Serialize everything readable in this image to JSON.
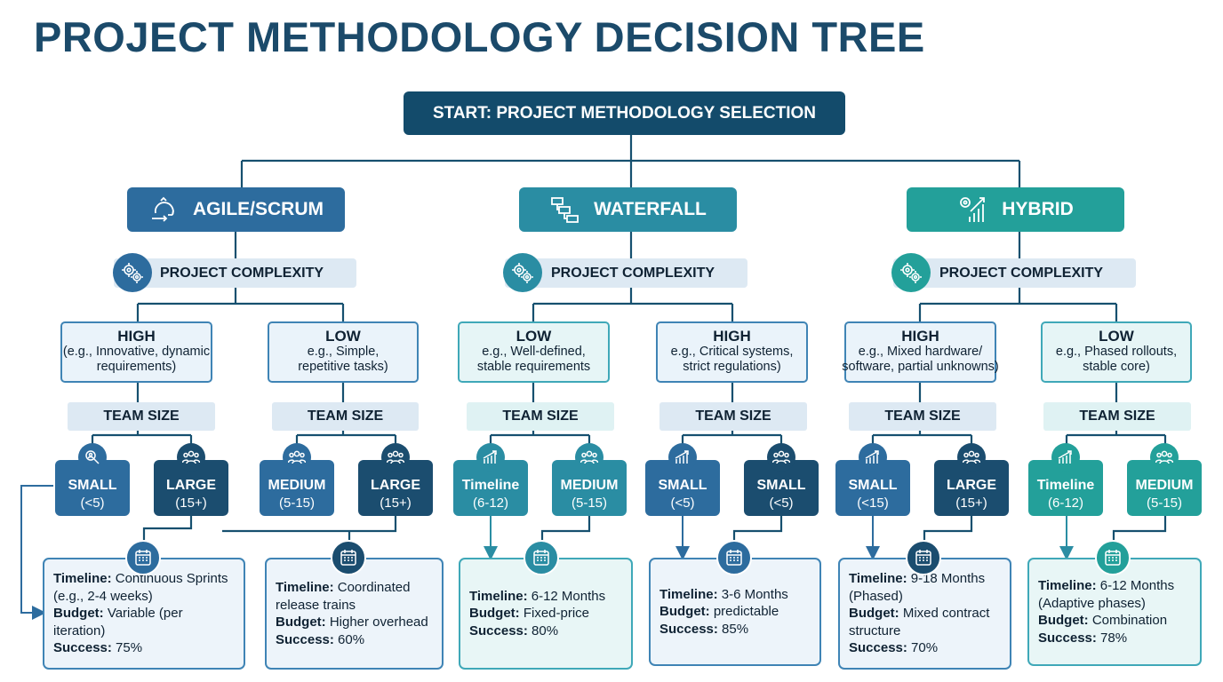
{
  "title": "PROJECT METHODOLOGY DECISION TREE",
  "start": "START: PROJECT METHODOLOGY SELECTION",
  "colors": {
    "dark": "#134b6b",
    "agile": "#2d6c9e",
    "waterfall": "#2a8da3",
    "hybrid": "#23a09a",
    "line": "#16506f"
  },
  "branches": [
    {
      "label": "AGILE/SCRUM",
      "icon": "agile-cycle-icon",
      "complexity_label": "PROJECT COMPLEXITY",
      "options": [
        {
          "level": "HIGH",
          "desc": [
            "(e.g., Innovative, dynamic",
            "requirements)"
          ],
          "team_label": "TEAM SIZE",
          "sizes": [
            {
              "name": "SMALL",
              "range": "(<5)",
              "icon": "search-people-icon"
            },
            {
              "name": "LARGE",
              "range": "(15+)",
              "icon": "group-icon"
            }
          ]
        },
        {
          "level": "LOW",
          "desc": [
            "e.g., Simple,",
            "repetitive tasks)"
          ],
          "team_label": "TEAM SIZE",
          "sizes": [
            {
              "name": "MEDIUM",
              "range": "(5-15)",
              "icon": "group-icon"
            },
            {
              "name": "LARGE",
              "range": "(15+)",
              "icon": "group-icon"
            }
          ]
        }
      ],
      "results": [
        {
          "lines": [
            {
              "k": "Timeline:",
              "v": " Continuous Sprints"
            },
            {
              "k": "",
              "v": "(e.g., 2-4 weeks)"
            },
            {
              "k": "Budget:",
              "v": " Variable (per"
            },
            {
              "k": "",
              "v": "iteration)"
            },
            {
              "k": "Success:",
              "v": " 75%"
            }
          ]
        },
        {
          "lines": [
            {
              "k": "Timeline:",
              "v": " Coordinated"
            },
            {
              "k": "",
              "v": "release trains"
            },
            {
              "k": "Budget:",
              "v": " Higher overhead"
            },
            {
              "k": "Success:",
              "v": " 60%"
            }
          ]
        }
      ]
    },
    {
      "label": "WATERFALL",
      "icon": "flowchart-icon",
      "complexity_label": "PROJECT COMPLEXITY",
      "options": [
        {
          "level": "LOW",
          "desc": [
            "e.g., Well-defined,",
            "stable requirements"
          ],
          "team_label": "TEAM SIZE",
          "sizes": [
            {
              "name": "Timeline",
              "range": "(6-12)",
              "icon": "chart-icon"
            },
            {
              "name": "MEDIUM",
              "range": "(5-15)",
              "icon": "group-icon"
            }
          ]
        },
        {
          "level": "HIGH",
          "desc": [
            "e.g., Critical systems,",
            "strict regulations)"
          ],
          "team_label": "TEAM SIZE",
          "sizes": [
            {
              "name": "SMALL",
              "range": "(<5)",
              "icon": "chart-icon"
            },
            {
              "name": "SMALL",
              "range": "(<5)",
              "icon": "group-icon"
            }
          ]
        }
      ],
      "results": [
        {
          "lines": [
            {
              "k": "Timeline:",
              "v": " 6-12 Months"
            },
            {
              "k": "Budget:",
              "v": " Fixed-price"
            },
            {
              "k": "Success:",
              "v": " 80%"
            }
          ]
        },
        {
          "lines": [
            {
              "k": "Timeline:",
              "v": " 3-6 Months"
            },
            {
              "k": "Budget:",
              "v": " predictable"
            },
            {
              "k": "Success:",
              "v": " 85%"
            }
          ]
        }
      ]
    },
    {
      "label": "HYBRID",
      "icon": "growth-chart-icon",
      "complexity_label": "PROJECT COMPLEXITY",
      "options": [
        {
          "level": "HIGH",
          "desc": [
            "e.g., Mixed hardware/",
            "software, partial unknowns)"
          ],
          "team_label": "TEAM SIZE",
          "sizes": [
            {
              "name": "SMALL",
              "range": "(<15)",
              "icon": "chart-icon"
            },
            {
              "name": "LARGE",
              "range": "(15+)",
              "icon": "group-icon"
            }
          ]
        },
        {
          "level": "LOW",
          "desc": [
            "e.g., Phased rollouts,",
            "stable core)"
          ],
          "team_label": "TEAM SIZE",
          "sizes": [
            {
              "name": "Timeline",
              "range": "(6-12)",
              "icon": "chart-icon"
            },
            {
              "name": "MEDIUM",
              "range": "(5-15)",
              "icon": "group-icon"
            }
          ]
        }
      ],
      "results": [
        {
          "lines": [
            {
              "k": "Timeline:",
              "v": " 9-18 Months"
            },
            {
              "k": "",
              "v": "(Phased)"
            },
            {
              "k": "Budget:",
              "v": " Mixed contract"
            },
            {
              "k": "",
              "v": "structure"
            },
            {
              "k": "Success:",
              "v": " 70%"
            }
          ]
        },
        {
          "lines": [
            {
              "k": "Timeline:",
              "v": " 6-12 Months"
            },
            {
              "k": "",
              "v": "(Adaptive phases)"
            },
            {
              "k": "Budget:",
              "v": " Combination"
            },
            {
              "k": "Success:",
              "v": " 78%"
            }
          ]
        }
      ]
    }
  ]
}
